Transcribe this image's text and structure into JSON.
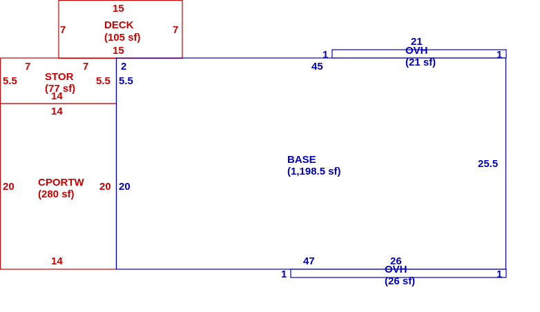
{
  "colors": {
    "addition": "#cc0000",
    "base": "#0000bb",
    "background": "#ffffff"
  },
  "areas": {
    "deck": {
      "name": "DECK",
      "area": "(105 sf)"
    },
    "stor": {
      "name": "STOR",
      "area": "(77 sf)"
    },
    "cportw": {
      "name": "CPORTW",
      "area": "(280 sf)"
    },
    "base": {
      "name": "BASE",
      "area": "(1,198.5 sf)"
    },
    "ovh_top": {
      "name": "OVH",
      "area": "(21 sf)"
    },
    "ovh_bottom": {
      "name": "OVH",
      "area": "(26 sf)"
    }
  },
  "dims": {
    "deck_top": "15",
    "deck_bottom": "15",
    "deck_left": "7",
    "deck_right": "7",
    "stor_top_left": "7",
    "stor_top_right": "7",
    "stor_left": "5.5",
    "stor_right": "5.5",
    "stor_bottom": "14",
    "cport_top": "14",
    "cport_left": "20",
    "cport_right": "20",
    "cport_bottom": "14",
    "base_top_left": "2",
    "base_left_upper": "5.5",
    "base_left_lower": "20",
    "base_top": "45",
    "base_right": "25.5",
    "base_bottom": "47",
    "ovh_top_len": "21",
    "ovh_top_left": "1",
    "ovh_top_right": "1",
    "ovh_bottom_len": "26",
    "ovh_bottom_left": "1",
    "ovh_bottom_right": "1"
  }
}
